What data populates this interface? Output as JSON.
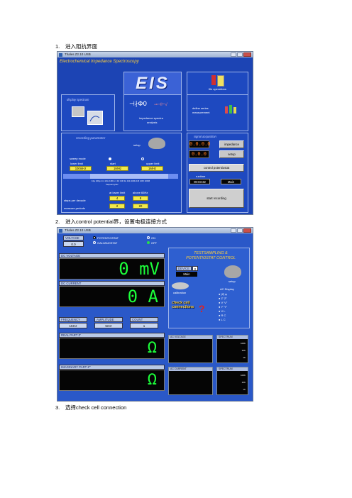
{
  "steps": [
    {
      "num": "1.",
      "text": "进入阻抗界面"
    },
    {
      "num": "2.",
      "prefix": "进入",
      "highlight": "control potential",
      "suffix": "界，设置电极连接方式"
    },
    {
      "num": "3.",
      "prefix": "选择",
      "highlight": "check cell connection",
      "suffix": ""
    }
  ],
  "window1": {
    "title": "Thales Z2.10 USB",
    "heading": "Electrochemical Impedance Spectroscopy",
    "logo": "EIS",
    "file_operations": "file operations",
    "display_spectrum": "display spectrum",
    "impedance_spectra": "impedance spectra",
    "analysis": "analysis",
    "define_series": "define series",
    "measurement": "measurement",
    "recording_parameter": "recording parameter",
    "setup": "setup",
    "sweep_mode": "sweep mode",
    "lower_limit": "lower limit",
    "start": "start",
    "upper_limit": "upper limit",
    "lower_limit_val": "100mHz",
    "start_val": "1MHz",
    "upper_limit_val": "1MHz",
    "freq_axis": "10µ 100µ 1m 10m 100m 1 10 100 1k 10k 100k 1M 10M 100M",
    "frequency_label": "frequency/Hz",
    "at_lower_limit": "at lower limit",
    "above_66hz": "above 66Hz",
    "steps_per_decade": "steps per decade",
    "spd_a": "4",
    "spd_b": "8",
    "measure_periods": "measure periods",
    "mp_a": "2",
    "mp_b": "20",
    "signal_acquisition": "signal acquisition",
    "lcd1": "0.0.0.0",
    "lcd2": "0.0.0",
    "signal_btn1": "impedance",
    "signal_btn2": "setup",
    "control_potentiostat": "control potentiostat",
    "runtime": "runtime",
    "runtime_val": "00:03:32",
    "main": "Main",
    "start_recording": "start recording"
  },
  "window2": {
    "title": "Thales Z2.10 USB",
    "voltage_label": "VOLTAGE",
    "voltage_val": "0.0",
    "potentiostat": "POTENTIOSTAT",
    "galvanostat": "GALVANOSTAT",
    "on": "ON",
    "off": "OFF",
    "panel_title": "TESTSAMPLING & POTENTIOSTAT CONTROL",
    "dc_voltage": "DC VOLTAGE",
    "dc_voltage_reading": "0 mV",
    "dc_current": "DC CURRENT",
    "dc_current_reading": "0 A",
    "device": "DEVICE",
    "device_num": "0",
    "device_main": "Main",
    "setup": "setup",
    "calibration": "calibration",
    "check_cell": "check cell connections",
    "ac_display": "AC Display",
    "ac_options": [
      "|Z| φ",
      "Z' Z''",
      "V' V''",
      "Y' Y''",
      "V L",
      "R C",
      "L C"
    ],
    "frequency": "FREQUENCY",
    "frequency_val": "1KHz",
    "amplitude": "AMPLITUDE",
    "amplitude_val": "5mV",
    "count": "COUNT",
    "count_val": "1",
    "real_part": "REAL PART Z'",
    "imaginary_part": "IMAGINARY PART Z''",
    "omega": "Ω",
    "dv1_title": "AC VOLTAGE",
    "dv2_title": "SPECTRUM",
    "dv3_title": "AC CURRENT",
    "dv4_title": "SPECTRUM",
    "scale": [
      "100K",
      "10K",
      "1K"
    ]
  },
  "colors": {
    "panel_blue": "#1c44b4",
    "lcd_green": "#1cff3a",
    "value_yellow": "#f2e94a"
  }
}
